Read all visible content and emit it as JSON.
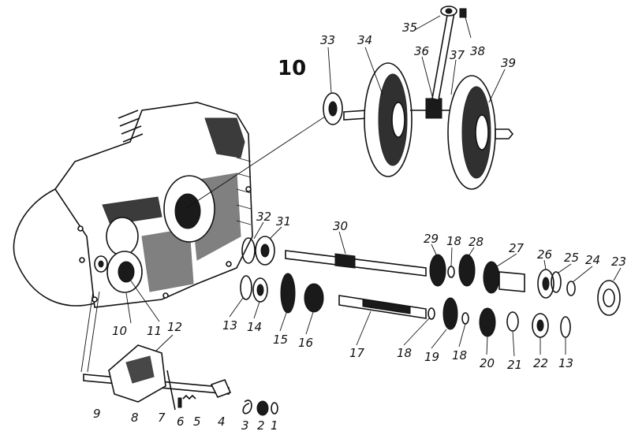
{
  "figure": {
    "title": "10",
    "callouts": [
      "1",
      "2",
      "3",
      "4",
      "5",
      "6",
      "7",
      "8",
      "9",
      "10",
      "11",
      "12",
      "13",
      "14",
      "15",
      "16",
      "17",
      "18",
      "19",
      "20",
      "21",
      "22",
      "23",
      "24",
      "25",
      "26",
      "27",
      "28",
      "29",
      "30",
      "31",
      "32",
      "33",
      "34",
      "35",
      "36",
      "37",
      "38",
      "39"
    ],
    "repeated_callouts": {
      "13b": "13",
      "18b": "18",
      "18c": "18"
    }
  }
}
